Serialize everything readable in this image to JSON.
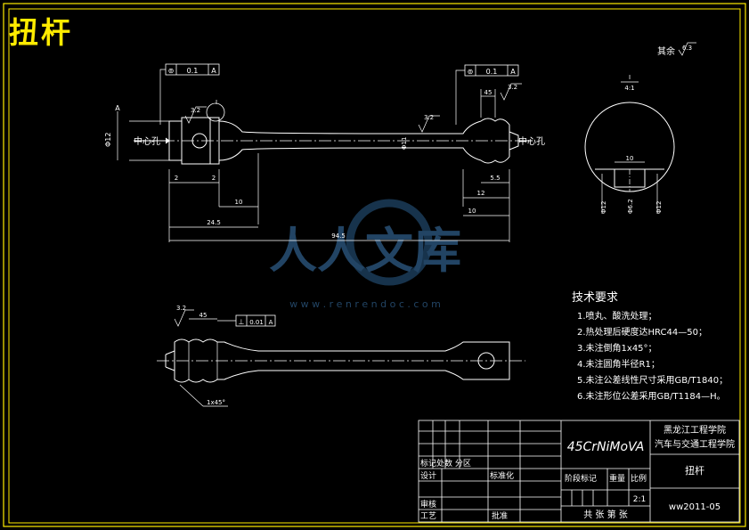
{
  "sheet_title": "扭杆",
  "top_left": {
    "gdt_tol": "0.1",
    "gdt_datum": "A",
    "datum_a": "A",
    "roughness": "3.2",
    "detail_ref": "I",
    "center_hole": "中心孔",
    "dia_left": "Φ12",
    "dims": [
      "2",
      "2",
      "10",
      "24.5",
      "94.5"
    ]
  },
  "top_right": {
    "gdt_tol": "0.1",
    "gdt_datum": "A",
    "roughness": "3.2",
    "roughness2": "3.2",
    "d45": "45",
    "dia_mid": "Φ11",
    "center_hole": "中心孔",
    "dims": [
      "5.5",
      "12",
      "10"
    ]
  },
  "remaining_finish": "其余",
  "remaining_finish_value": "6.3",
  "detail": {
    "ref": "I",
    "scale": "4:1",
    "dim_top": "10",
    "dims": [
      "Φ12",
      "Φ6.2",
      "Φ12"
    ]
  },
  "watermark": {
    "text": "人人文库",
    "url": "w w w . r e n r e n d o c . c o m"
  },
  "bottom_view": {
    "roughness": "3.2",
    "d45": "45",
    "gdt_sym": "⊥",
    "gdt_tol": "0.01",
    "gdt_datum": "A",
    "chamfer": "1x45°"
  },
  "requirements": {
    "title": "技术要求",
    "items": [
      "1.喷丸、酸洗处理；",
      "2.热处理后硬度达HRC44—50；",
      "3.未注倒角1x45°；",
      "4.未注圆角半径R1；",
      "5.未注公差线性尺寸采用GB/T1840；",
      "6.未注形位公差采用GB/T1184—H。"
    ]
  },
  "title_block": {
    "material": "45CrNiMoVA",
    "school": "黑龙江工程学院",
    "dept": "汽车与交通工程学院",
    "part_name": "扭杆",
    "drawing_no": "ww2011-05",
    "scale": "2:1",
    "labels": {
      "marks": "标记处数  分区",
      "design": "设计",
      "standard": "标准化",
      "stage": "阶段标记",
      "weight": "重量",
      "ratio": "比例",
      "review": "审核",
      "process": "工艺",
      "approve": "批准",
      "sheets": "共  张  第  张"
    }
  }
}
